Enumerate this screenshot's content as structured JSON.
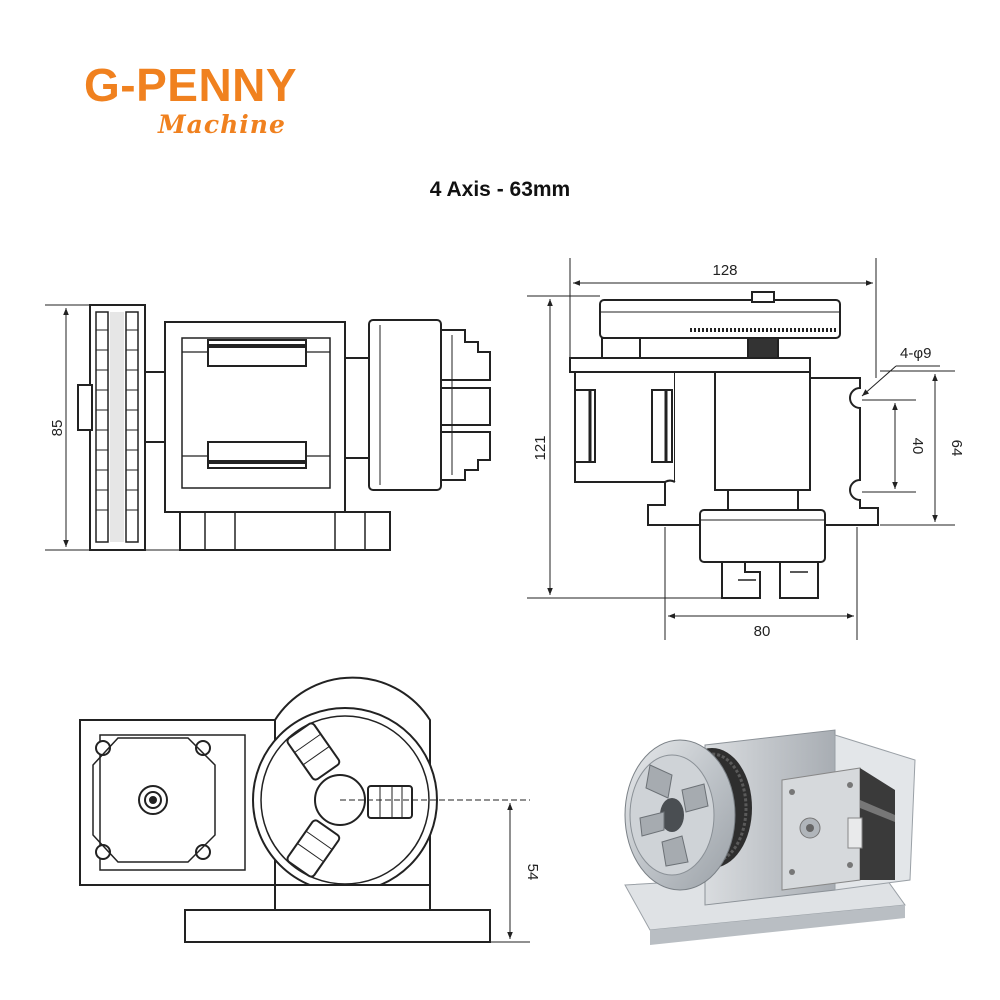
{
  "brand": {
    "name": "G-PENNY",
    "subtitle": "Machine",
    "color": "#f0811f"
  },
  "title": "4 Axis - 63mm",
  "dimensions": {
    "height_side": "85",
    "width_top": "128",
    "height_front": "121",
    "hole_spec": "4-φ9",
    "slot_spacing": "40",
    "slot_outer": "64",
    "base_width": "80",
    "center_height": "54"
  },
  "colors": {
    "line": "#222222",
    "photo_body": "#c9cdd2",
    "photo_dark": "#3a3a3a"
  }
}
